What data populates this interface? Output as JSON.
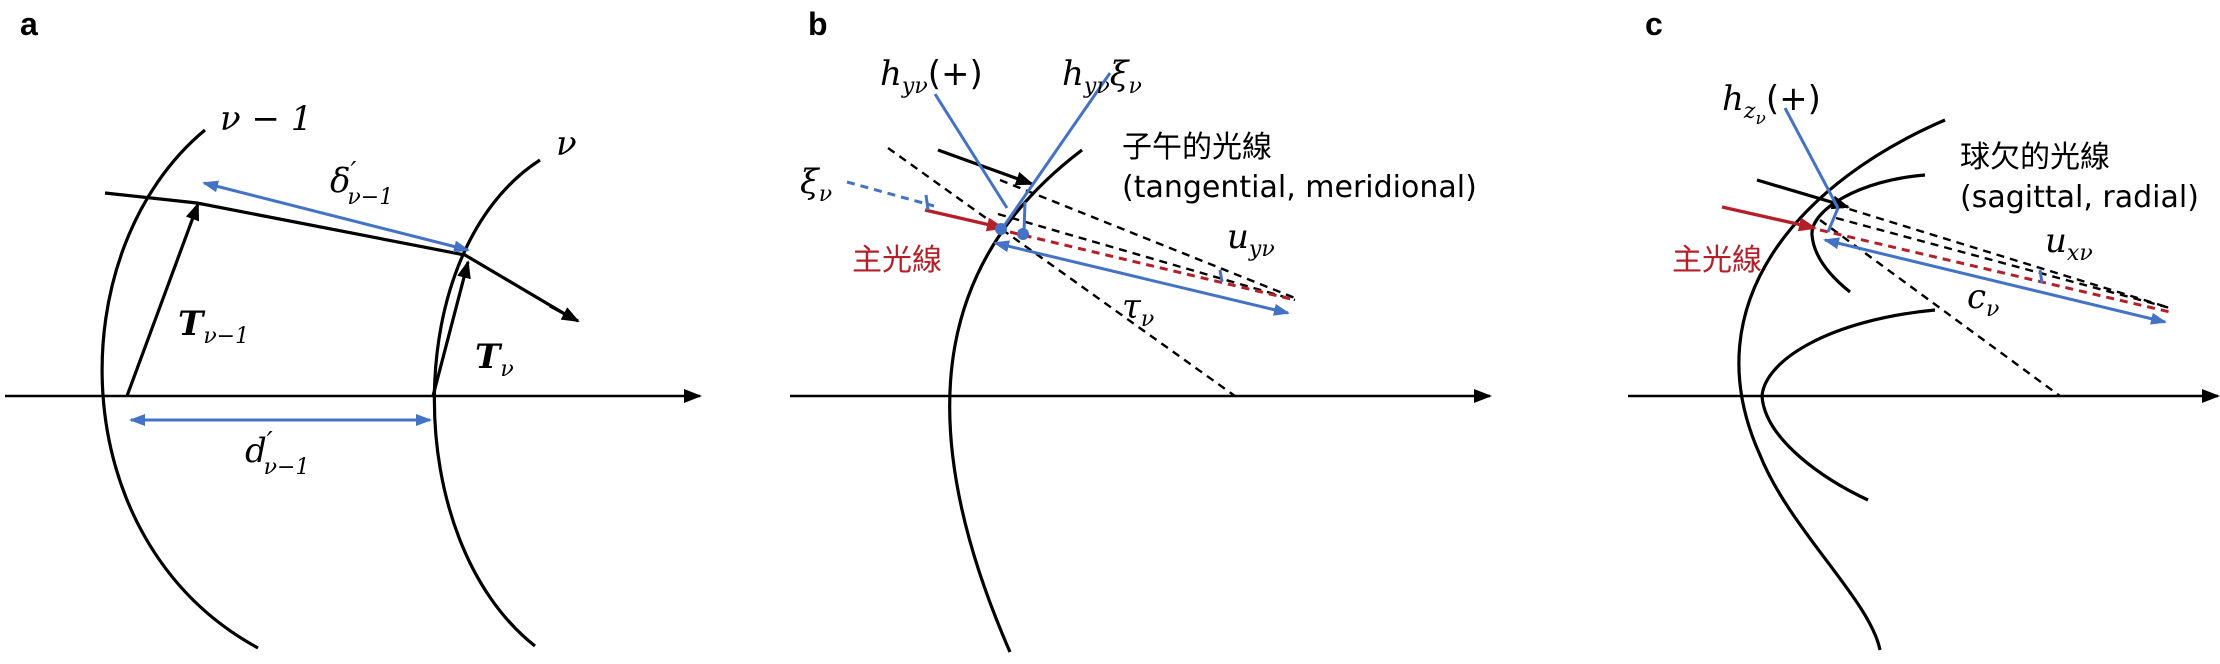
{
  "colors": {
    "black": "#000000",
    "blue": "#4472c4",
    "red": "#b4202a"
  },
  "panel_a": {
    "letter": "a",
    "surface_prev": {
      "base": "ν",
      "rest": " − 1"
    },
    "surface_cur": "ν",
    "delta": {
      "base": "δ",
      "prime": "′",
      "sub": "ν−1"
    },
    "t_prev": {
      "base": "T",
      "sub": "ν−1"
    },
    "t_cur": {
      "base": "T",
      "sub": "ν"
    },
    "d": {
      "base": "d",
      "prime": "′",
      "sub": "ν−1"
    }
  },
  "panel_b": {
    "letter": "b",
    "h_plus": {
      "base": "h",
      "sub": "yν",
      "rest": "(+)"
    },
    "h_xi": {
      "base": "h",
      "sub": "yν",
      "rest": "ξ",
      "sub2": "ν"
    },
    "title_jp": "子午的光線",
    "title_en": "(tangential, meridional)",
    "xi": {
      "base": "ξ",
      "sub": "ν"
    },
    "chief_ray": "主光線",
    "u": {
      "base": "u",
      "sub": "yν"
    },
    "tau": {
      "base": "τ",
      "sub": "ν"
    }
  },
  "panel_c": {
    "letter": "c",
    "h_plus": {
      "base": "h",
      "sub": "z",
      "subsub": "ν",
      "rest": "(+)"
    },
    "title_jp": "球欠的光線",
    "title_en": "(sagittal, radial)",
    "chief_ray": "主光線",
    "u": {
      "base": "u",
      "sub": "xν"
    },
    "c": {
      "base": "c",
      "sub": "ν"
    }
  }
}
